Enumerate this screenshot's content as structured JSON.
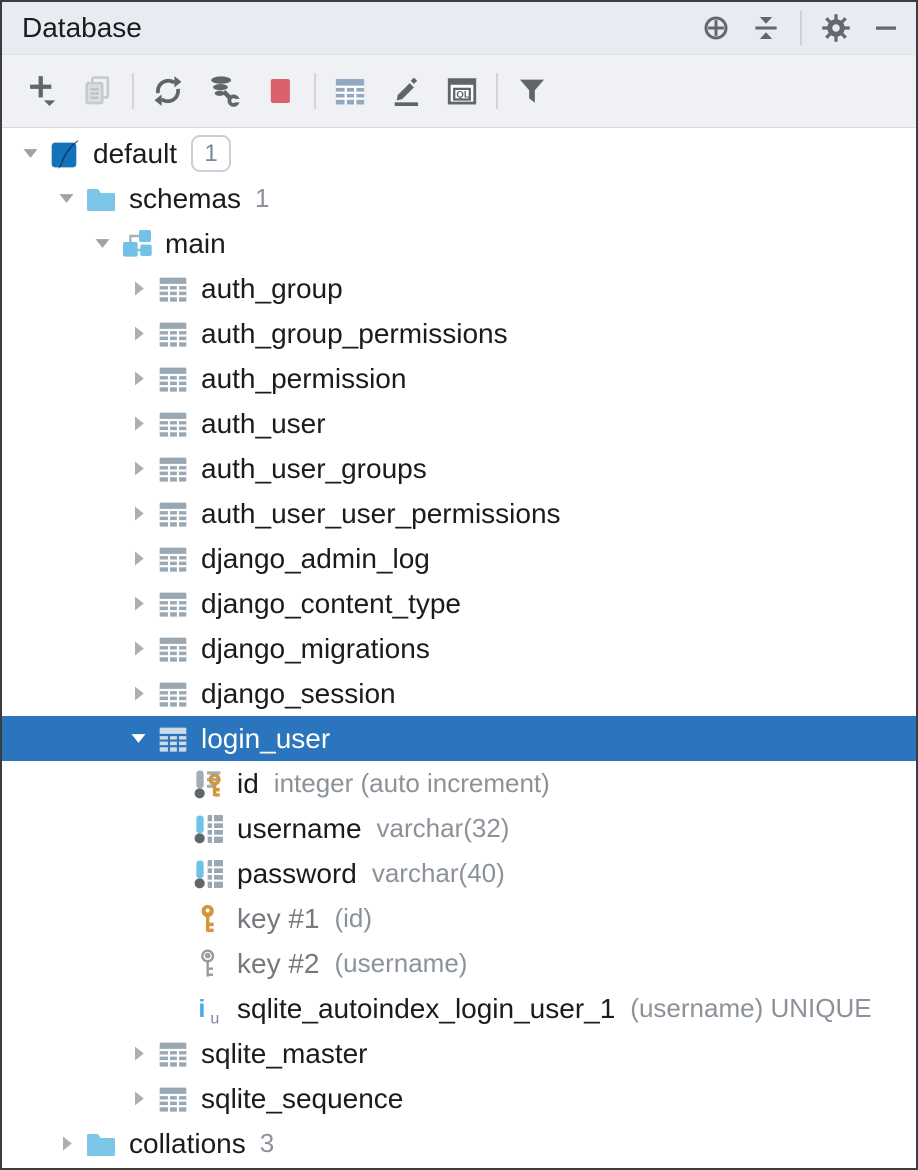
{
  "window": {
    "title": "Database"
  },
  "header": {
    "icons": [
      "locate-icon",
      "collapse-all-icon",
      "settings-gear-icon",
      "hide-icon"
    ]
  },
  "toolbar": {
    "buttons": [
      "add-data-source-icon",
      "duplicate-icon",
      "refresh-icon",
      "data-source-properties-icon",
      "stop-icon",
      "open-table-icon",
      "modify-pencil-icon",
      "jump-to-console-icon",
      "filter-icon"
    ],
    "console_label": "QL"
  },
  "colors": {
    "selection_blue": "#2B74BE",
    "stop_red": "#D8616B",
    "folder_blue": "#7DC6E8",
    "key_gold": "#D2973D",
    "titlebar_bg": "#E8EBF2",
    "toolbar_bg": "#F0F1F4"
  },
  "tree": {
    "rows": [
      {
        "level": 0,
        "icon": "sqlite-db",
        "arrow": "expanded",
        "label": "default",
        "badge": "1"
      },
      {
        "level": 1,
        "icon": "folder",
        "arrow": "expanded",
        "label": "schemas",
        "count": "1"
      },
      {
        "level": 2,
        "icon": "schema",
        "arrow": "expanded",
        "label": "main"
      },
      {
        "level": 3,
        "icon": "table",
        "arrow": "collapsed",
        "label": "auth_group"
      },
      {
        "level": 3,
        "icon": "table",
        "arrow": "collapsed",
        "label": "auth_group_permissions"
      },
      {
        "level": 3,
        "icon": "table",
        "arrow": "collapsed",
        "label": "auth_permission"
      },
      {
        "level": 3,
        "icon": "table",
        "arrow": "collapsed",
        "label": "auth_user"
      },
      {
        "level": 3,
        "icon": "table",
        "arrow": "collapsed",
        "label": "auth_user_groups"
      },
      {
        "level": 3,
        "icon": "table",
        "arrow": "collapsed",
        "label": "auth_user_user_permissions"
      },
      {
        "level": 3,
        "icon": "table",
        "arrow": "collapsed",
        "label": "django_admin_log"
      },
      {
        "level": 3,
        "icon": "table",
        "arrow": "collapsed",
        "label": "django_content_type"
      },
      {
        "level": 3,
        "icon": "table",
        "arrow": "collapsed",
        "label": "django_migrations"
      },
      {
        "level": 3,
        "icon": "table",
        "arrow": "collapsed",
        "label": "django_session"
      },
      {
        "level": 3,
        "icon": "table",
        "arrow": "expanded",
        "label": "login_user",
        "selected": true
      },
      {
        "level": 4,
        "icon": "column-id",
        "arrow": "none",
        "label": "id",
        "secondary": "integer (auto increment)"
      },
      {
        "level": 4,
        "icon": "column",
        "arrow": "none",
        "label": "username",
        "secondary": "varchar(32)"
      },
      {
        "level": 4,
        "icon": "column",
        "arrow": "none",
        "label": "password",
        "secondary": "varchar(40)"
      },
      {
        "level": 4,
        "icon": "key-gold",
        "arrow": "none",
        "label": "key #1",
        "secondary": "(id)",
        "muted": true
      },
      {
        "level": 4,
        "icon": "key-gray",
        "arrow": "none",
        "label": "key #2",
        "secondary": "(username)",
        "muted": true
      },
      {
        "level": 4,
        "icon": "index",
        "arrow": "none",
        "label": "sqlite_autoindex_login_user_1",
        "secondary": "(username) UNIQUE"
      },
      {
        "level": 3,
        "icon": "table",
        "arrow": "collapsed",
        "label": "sqlite_master"
      },
      {
        "level": 3,
        "icon": "table",
        "arrow": "collapsed",
        "label": "sqlite_sequence"
      },
      {
        "level": 1,
        "icon": "folder",
        "arrow": "collapsed",
        "label": "collations",
        "count": "3"
      }
    ]
  }
}
